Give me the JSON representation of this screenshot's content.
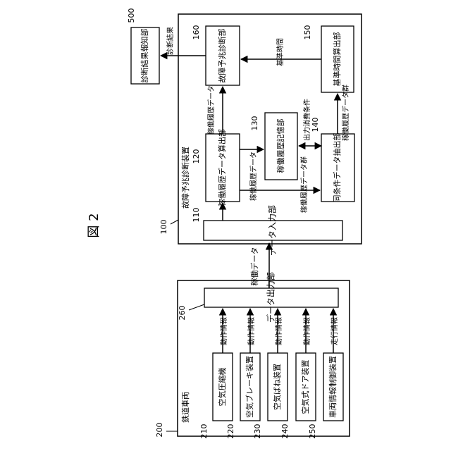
{
  "figure_title": "図 2",
  "system_300": {
    "label": "鉄道車両",
    "ref": "200",
    "units": [
      {
        "ref": "210",
        "name": "空気圧縮機",
        "signal": "動作情報"
      },
      {
        "ref": "220",
        "name": "空気ブレーキ装置",
        "signal": "動作情報"
      },
      {
        "ref": "230",
        "name": "空気ばね装置",
        "signal": "動作情報"
      },
      {
        "ref": "240",
        "name": "空気式ドア装置",
        "signal": "動作情報"
      },
      {
        "ref": "250",
        "name": "車両情報制御装置",
        "signal": "走行情報"
      }
    ],
    "output_unit": {
      "ref": "260",
      "name": "データ出力部"
    }
  },
  "transfer_label": "稼働データ",
  "device": {
    "label": "故障予兆診断装置",
    "ref": "100",
    "input_unit": {
      "ref": "110",
      "name": "データ入力部"
    },
    "calc_unit": {
      "ref": "120",
      "name": "稼働履歴データ算出部"
    },
    "storage_unit": {
      "ref": "130",
      "name": "稼働履歴記憶部"
    },
    "extract_unit": {
      "ref": "140",
      "name": "同条件データ抽出部"
    },
    "reference_unit": {
      "ref": "150",
      "name": "基準時間算出部"
    },
    "diagnosis_unit": {
      "ref": "160",
      "name": "故障予兆診断部"
    }
  },
  "notify_unit": {
    "ref": "500",
    "name": "診断結果報知部"
  },
  "edge_labels": {
    "calc_to_storage": "稼働履歴データ",
    "calc_to_diagnosis": "稼働履歴データ",
    "storage_to_extract": "出力消費条件",
    "input_to_extract": "稼働履歴データ群",
    "extract_to_reference": "稼働履歴データ群",
    "reference_to_diagnosis": "基準時間",
    "diagnosis_to_notify": "診断結果"
  }
}
